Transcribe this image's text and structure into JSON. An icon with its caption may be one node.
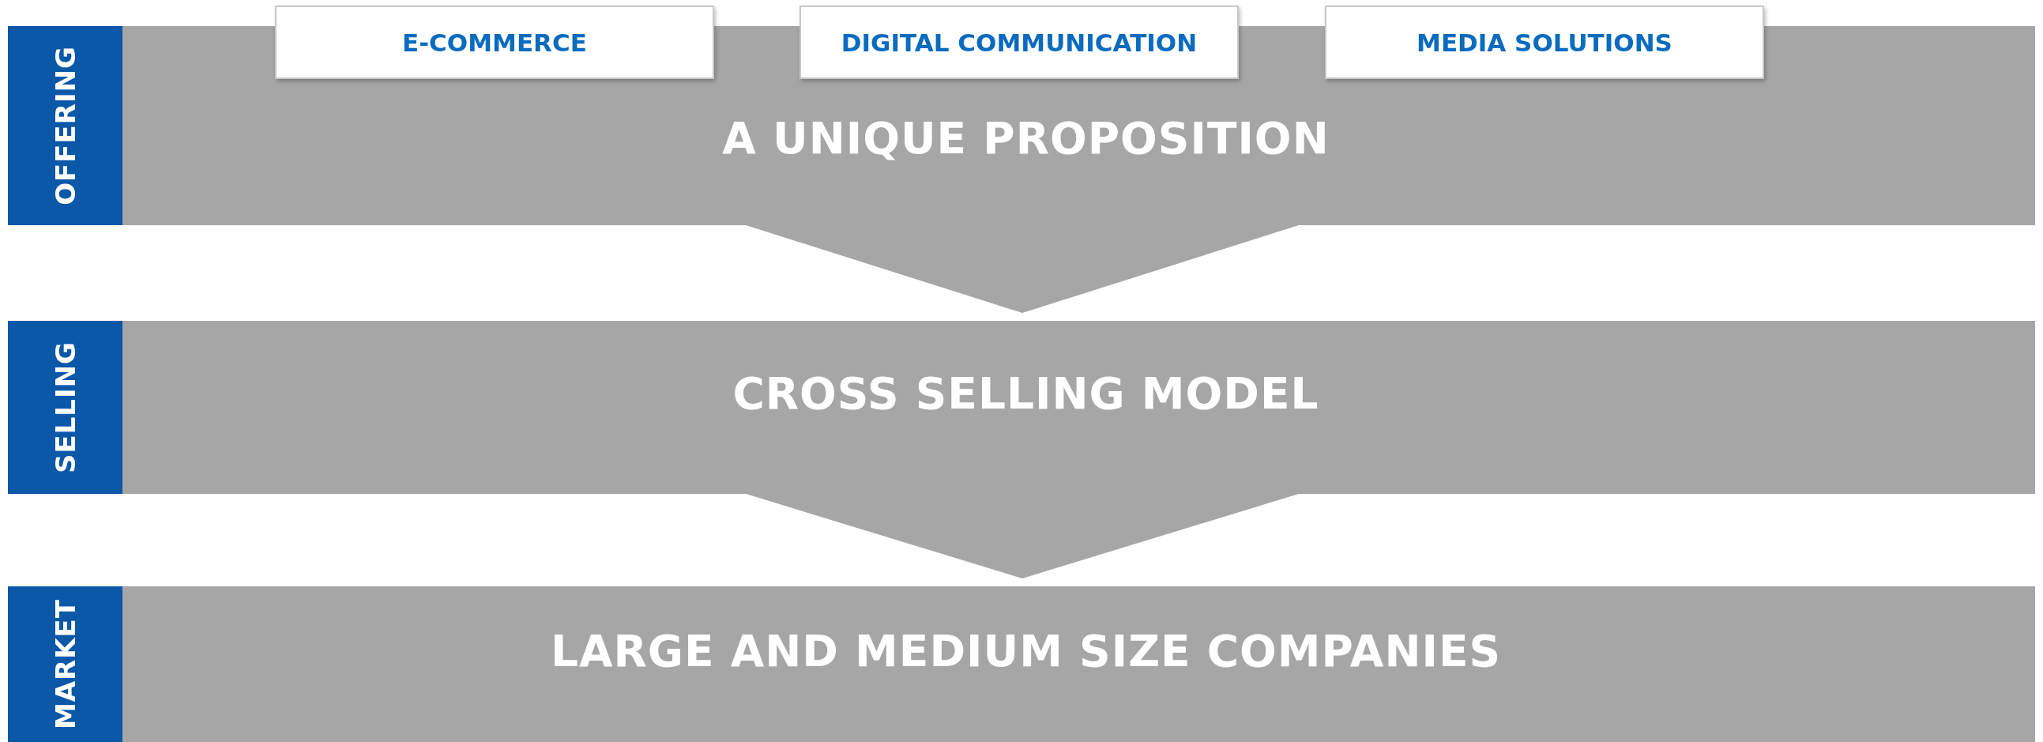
{
  "diagram": {
    "nodes": [
      {
        "text": [
          "OFFERING"
        ]
      },
      {
        "text": [
          "E-COMMERCE"
        ]
      },
      {
        "text": [
          "DIGITAL COMMUNICATION"
        ]
      },
      {
        "text": [
          "MEDIA SOLUTIONS"
        ]
      },
      {
        "text": [
          "A UNIQUE PROPOSITION"
        ]
      },
      {
        "text": [
          "SELLING"
        ]
      },
      {
        "text": [
          "CROSS SELLING MODEL"
        ]
      },
      {
        "text": [
          "MARKET"
        ]
      },
      {
        "text": [
          "LARGE AND MEDIUM SIZE COMPANIES"
        ]
      }
    ],
    "edges": [
      {
        "from": 4,
        "to": 6,
        "arrow": "to"
      },
      {
        "from": 6,
        "to": 8,
        "arrow": "to"
      }
    ]
  }
}
